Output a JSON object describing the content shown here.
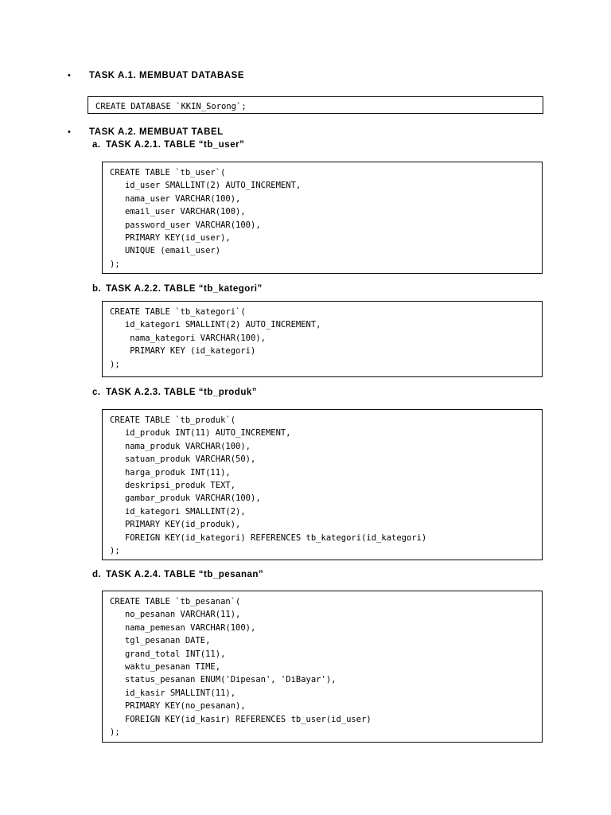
{
  "document": {
    "title": "SQL Database Task Document",
    "bullet_glyph": "•"
  },
  "sections": [
    {
      "marker": "•",
      "heading": "TASK A.1. MEMBUAT DATABASE",
      "code": "CREATE DATABASE `KKIN_Sorong`;"
    },
    {
      "marker": "•",
      "heading": "TASK A.2. MEMBUAT TABEL"
    }
  ],
  "subtasks": [
    {
      "marker": "a.",
      "heading": "TASK A.2.1. TABLE “tb_user”",
      "code": "CREATE TABLE `tb_user`(\n   id_user SMALLINT(2) AUTO_INCREMENT,\n   nama_user VARCHAR(100),\n   email_user VARCHAR(100),\n   password_user VARCHAR(100),\n   PRIMARY KEY(id_user),\n   UNIQUE (email_user)\n);"
    },
    {
      "marker": "b.",
      "heading": "TASK A.2.2. TABLE “tb_kategori”",
      "code": "CREATE TABLE `tb_kategori`(\n   id_kategori SMALLINT(2) AUTO_INCREMENT,\n    nama_kategori VARCHAR(100),\n    PRIMARY KEY (id_kategori)\n);"
    },
    {
      "marker": "c.",
      "heading": "TASK A.2.3. TABLE “tb_produk”",
      "code": "CREATE TABLE `tb_produk`(\n   id_produk INT(11) AUTO_INCREMENT,\n   nama_produk VARCHAR(100),\n   satuan_produk VARCHAR(50),\n   harga_produk INT(11),\n   deskripsi_produk TEXT,\n   gambar_produk VARCHAR(100),\n   id_kategori SMALLINT(2),\n   PRIMARY KEY(id_produk),\n   FOREIGN KEY(id_kategori) REFERENCES tb_kategori(id_kategori)\n);"
    },
    {
      "marker": "d.",
      "heading": "TASK A.2.4. TABLE “tb_pesanan”",
      "code": "CREATE TABLE `tb_pesanan`(\n   no_pesanan VARCHAR(11),\n   nama_pemesan VARCHAR(100),\n   tgl_pesanan DATE,\n   grand_total INT(11),\n   waktu_pesanan TIME,\n   status_pesanan ENUM('Dipesan', 'DiBayar'),\n   id_kasir SMALLINT(11),\n   PRIMARY KEY(no_pesanan),\n   FOREIGN KEY(id_kasir) REFERENCES tb_user(id_user)\n);"
    }
  ]
}
